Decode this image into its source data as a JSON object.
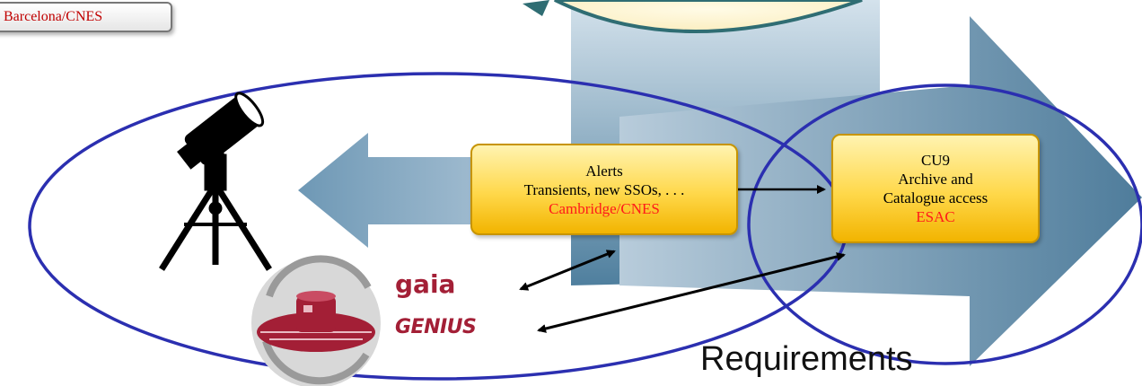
{
  "boxes": {
    "alerts": {
      "title": "Alerts",
      "subtitle": "Transients, new SSOs, . . .",
      "owner": "Cambridge/CNES"
    },
    "cu9": {
      "title": "CU9",
      "line2": "Archive and",
      "line3": "Catalogue access",
      "owner": "ESAC"
    }
  },
  "tag_top_left": "Barcelona/CNES",
  "requirements_label": "Requirements",
  "logo": {
    "word1": "gaia",
    "word2": "GENIUS"
  },
  "icons": [
    "telescope-icon",
    "gaia-spacecraft-icon"
  ],
  "colors": {
    "ellipse_stroke": "#2b2fb0",
    "arrow_fill": "#5c8aa8",
    "box_fill": "#ffd84a",
    "owner_text": "#ff1a1a",
    "logo": "#a31f36"
  }
}
